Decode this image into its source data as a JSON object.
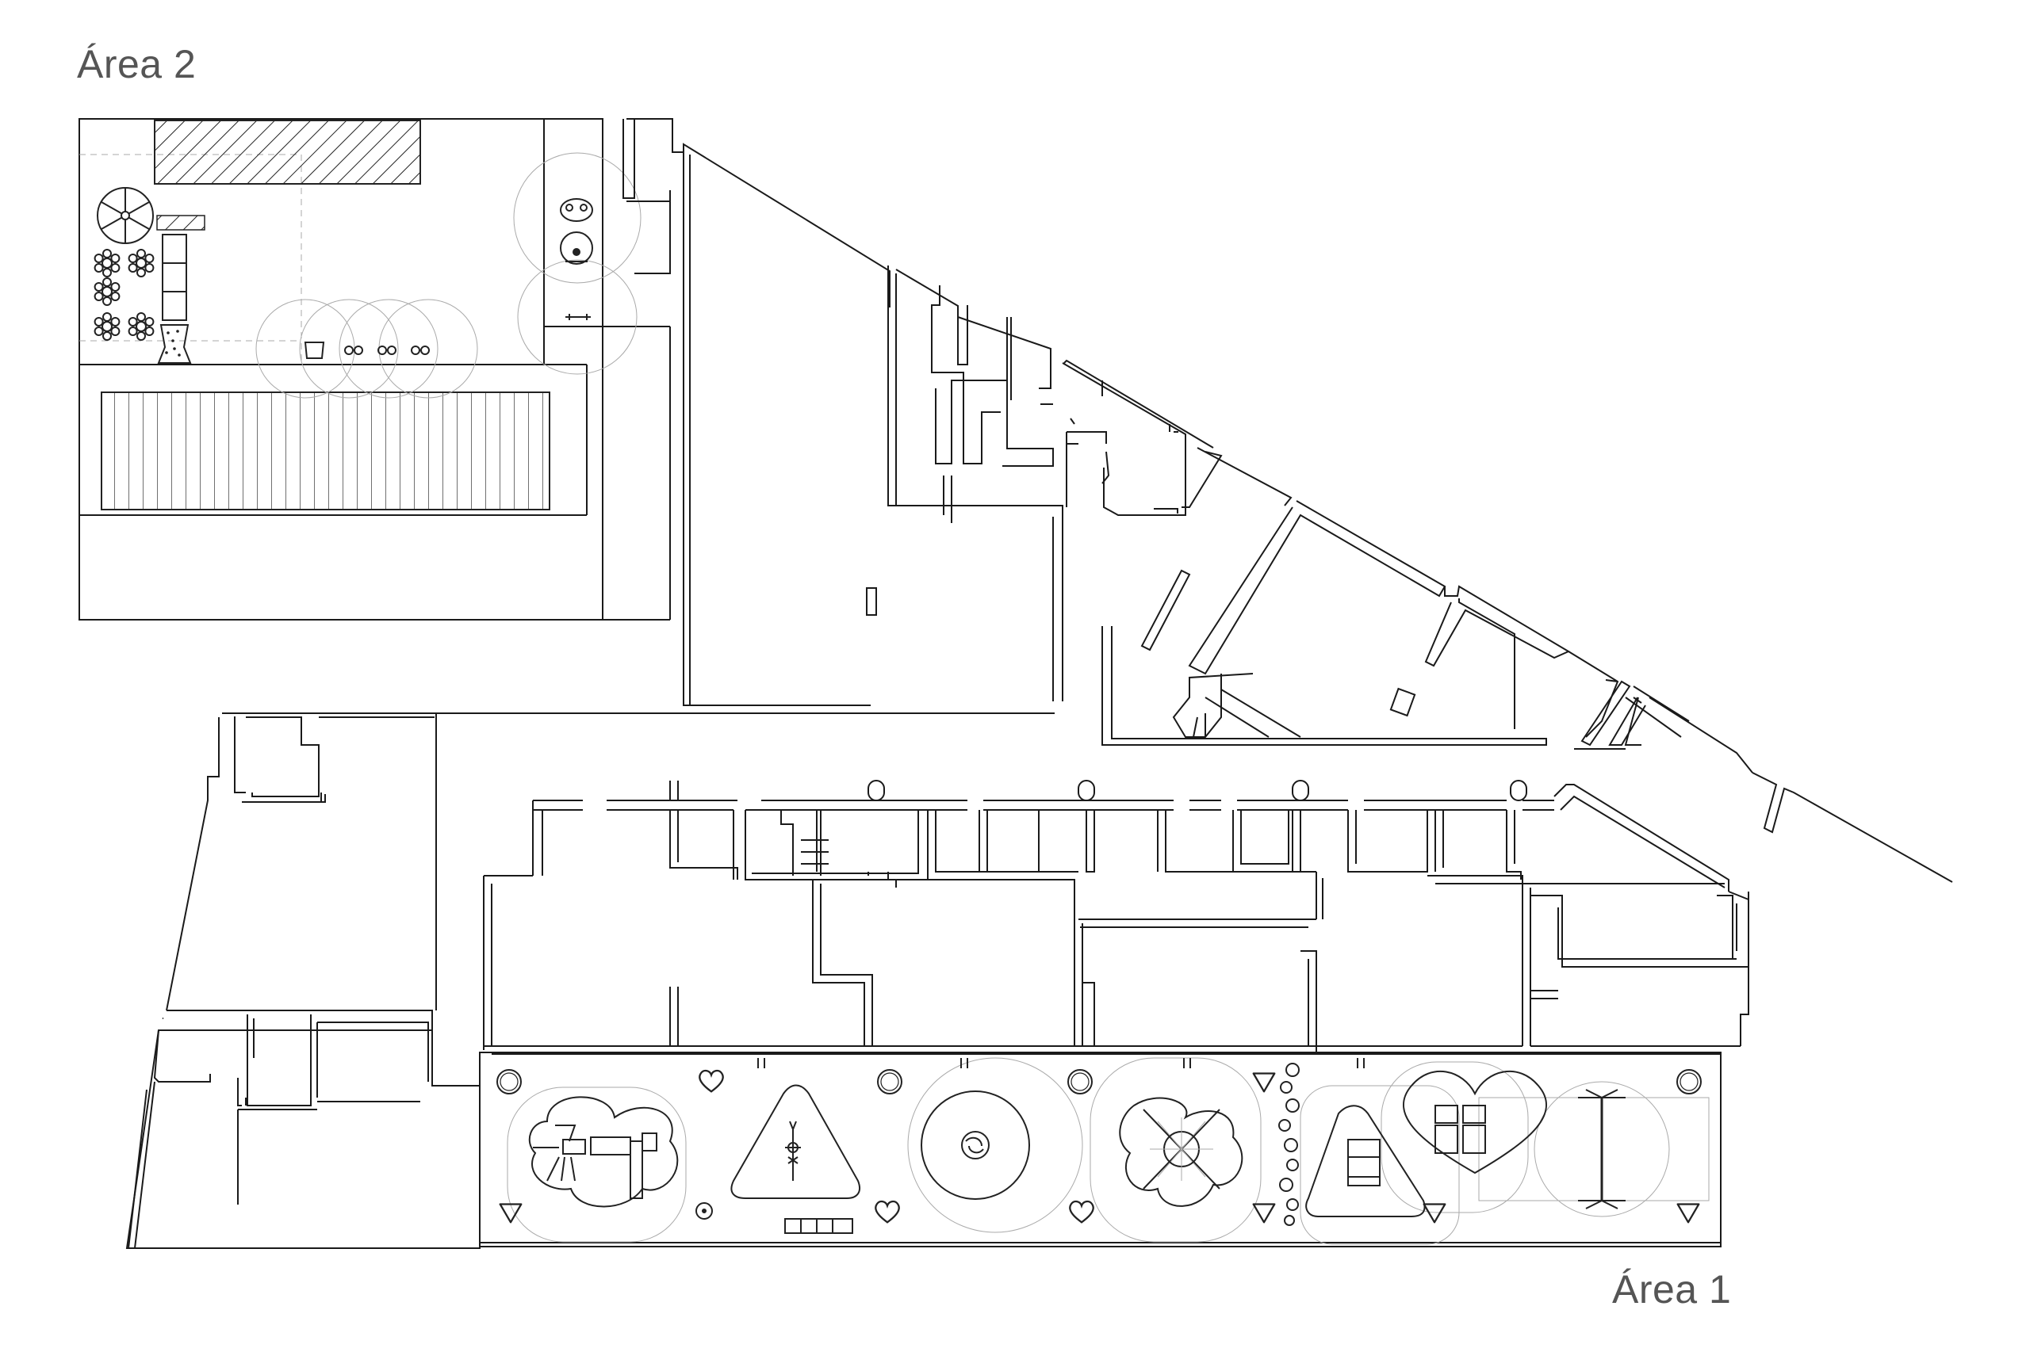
{
  "labels": {
    "area_2": "Área 2",
    "area_1": "Área 1"
  },
  "colors": {
    "background": "#ffffff",
    "line": "#1a1a1a",
    "label_text": "#555555",
    "safety_zone": "#aaaaaa"
  },
  "drawing_type": "architectural floor plan",
  "equipment_icons": [
    "carousel-icon",
    "flower-seat-icon",
    "climbing-panel-icon",
    "spring-rider-icon",
    "swing-icon",
    "slide-tower-icon",
    "triangle-rocker-icon",
    "spinner-icon",
    "net-climber-icon",
    "heart-house-icon",
    "seesaw-icon",
    "tree-planter-icon",
    "heart-marker-icon",
    "footprint-icon"
  ]
}
